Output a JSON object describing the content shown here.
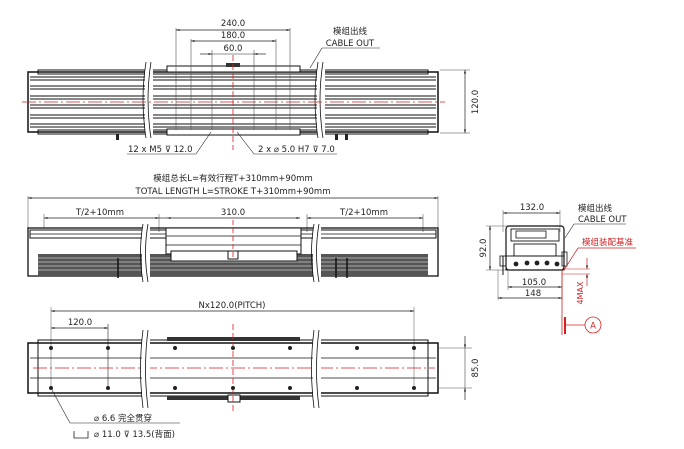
{
  "top_view": {
    "dims": {
      "d240": "240.0",
      "d180": "180.0",
      "d60": "60.0",
      "height": "120.0"
    },
    "cable_out_cn": "模组出线",
    "cable_out_en": "CABLE OUT",
    "callout_left": "12 x M5 ⊽ 12.0",
    "callout_right": "2 x ⌀ 5.0 H7 ⊽ 7.0"
  },
  "side_view": {
    "title_cn": "模组总长L=有效行程T+310mm+90mm",
    "title_en": "TOTAL LENGTH L=STROKE T+310mm+90mm",
    "dim_left": "T/2+10mm",
    "dim_center": "310.0",
    "dim_right": "T/2+10mm"
  },
  "bottom_view": {
    "dim_pitch": "Nx120.0(PITCH)",
    "dim_120": "120.0",
    "dim_height": "85.0",
    "note_1": "⌀ 6.6 完全贯穿",
    "note_2_symbol": "⌴",
    "note_2": "⌀ 11.0 ⊽ 13.5(背面)"
  },
  "end_view": {
    "dim_width": "132.0",
    "dim_height": "92.0",
    "dim_105": "105.0",
    "dim_148": "148",
    "dim_4max": "4MAX",
    "cable_out_cn": "模组出线",
    "cable_out_en": "CABLE OUT",
    "datum_cn": "模组装配基准",
    "datum_label": "A"
  },
  "colors": {
    "line": "#1a1a1a",
    "center_line": "#d42020",
    "dim_line": "#333333"
  }
}
